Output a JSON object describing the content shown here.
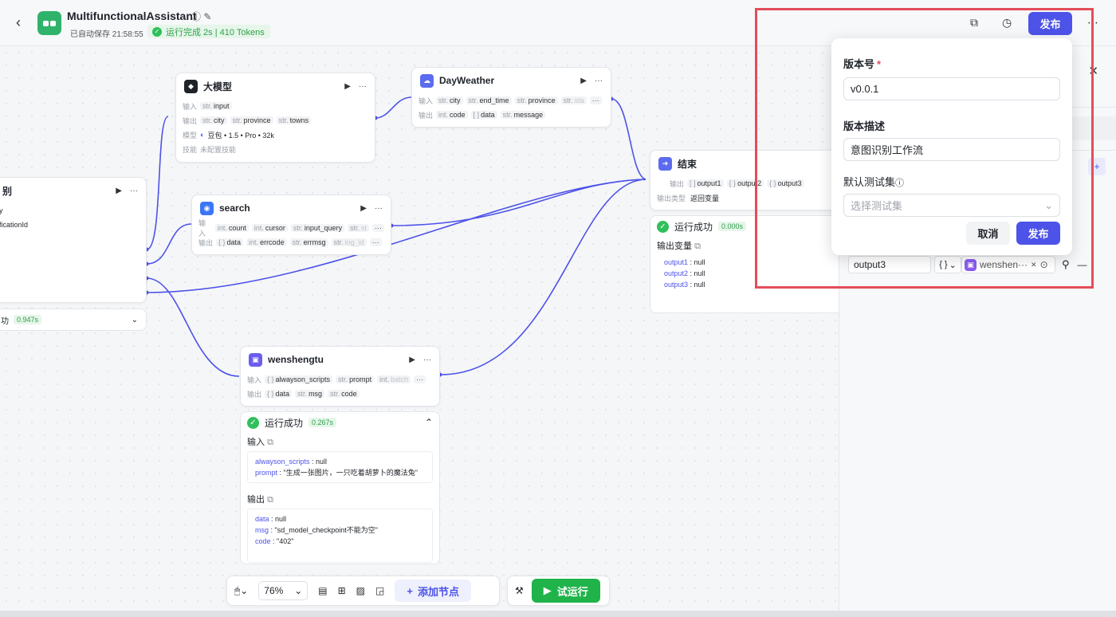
{
  "header": {
    "app_title": "MultifunctionalAssistant",
    "autosave": "已自动保存 21:58:55",
    "run_status": "运行完成 2s | 410 Tokens",
    "publish_label": "发布"
  },
  "nodes": {
    "llm": {
      "title": "大模型",
      "input_label": "输入",
      "output_label": "输出",
      "model_label": "模型",
      "skill_label": "技能",
      "input_tag": "input",
      "output_tags": [
        "city",
        "province",
        "towns"
      ],
      "model": "豆包 • 1.5 • Pro • 32k",
      "skills": "未配置技能"
    },
    "weather": {
      "title": "DayWeather",
      "input_label": "输入",
      "output_label": "输出",
      "input_tags": [
        "city",
        "end_time",
        "province",
        "sta"
      ],
      "output_tags": [
        "code",
        "data",
        "message"
      ]
    },
    "search": {
      "title": "search",
      "input_label": "输入",
      "output_label": "输出",
      "input_tags": [
        "count",
        "cursor",
        "input_query",
        "st"
      ],
      "output_tags": [
        "data",
        "errcode",
        "errmsg",
        "log_id"
      ]
    },
    "intent": {
      "title": "别",
      "input_fragment": "y",
      "output_fragment": "ficationId",
      "result_fragment": "功",
      "time": "0.947s"
    },
    "end": {
      "title": "结束",
      "output_label": "输出",
      "output_type_label": "输出类型",
      "output_tags": [
        "output1",
        "output2",
        "output3"
      ],
      "output_type": "返回变量"
    },
    "end_result": {
      "status": "运行成功",
      "time": "0.000s",
      "section": "输出变量",
      "items": [
        {
          "k": "output1",
          "v": "null"
        },
        {
          "k": "output2",
          "v": "null"
        },
        {
          "k": "output3",
          "v": "null"
        }
      ]
    },
    "wenshengtu": {
      "title": "wenshengtu",
      "input_label": "输入",
      "output_label": "输出",
      "input_tags": [
        "alwayson_scripts",
        "prompt",
        "batch"
      ],
      "output_tags": [
        "data",
        "msg",
        "code"
      ]
    },
    "wen_result": {
      "status": "运行成功",
      "time": "0.267s",
      "input_section": "输入",
      "output_section": "输出",
      "inputs": [
        {
          "k": "alwayson_scripts",
          "v": "null"
        },
        {
          "k": "prompt",
          "v": "\"生成一张图片，一只吃着胡萝卜的魔法兔\""
        }
      ],
      "outputs": [
        {
          "k": "data",
          "v": "null"
        },
        {
          "k": "msg",
          "v": "\"sd_model_checkpoint不能为空\""
        },
        {
          "k": "code",
          "v": "\"402\""
        }
      ]
    }
  },
  "modal": {
    "version_label": "版本号",
    "required_mark": "*",
    "version_value": "v0.0.1",
    "desc_label": "版本描述",
    "desc_value": "意图识别工作流",
    "testset_label": "默认测试集",
    "testset_placeholder": "选择测试集",
    "cancel_label": "取消",
    "publish_label": "发布"
  },
  "side_panel": {
    "output_var_name": "output3",
    "output_type": "{ }",
    "output_ref": "wenshen···"
  },
  "toolbar": {
    "zoom": "76%",
    "add_node": "添加节点",
    "test_run": "试运行"
  },
  "colors": {
    "accent": "#4d53e8",
    "success": "#2ea049",
    "highlight_box": "#e34d59",
    "edge": "#4d53e8"
  }
}
